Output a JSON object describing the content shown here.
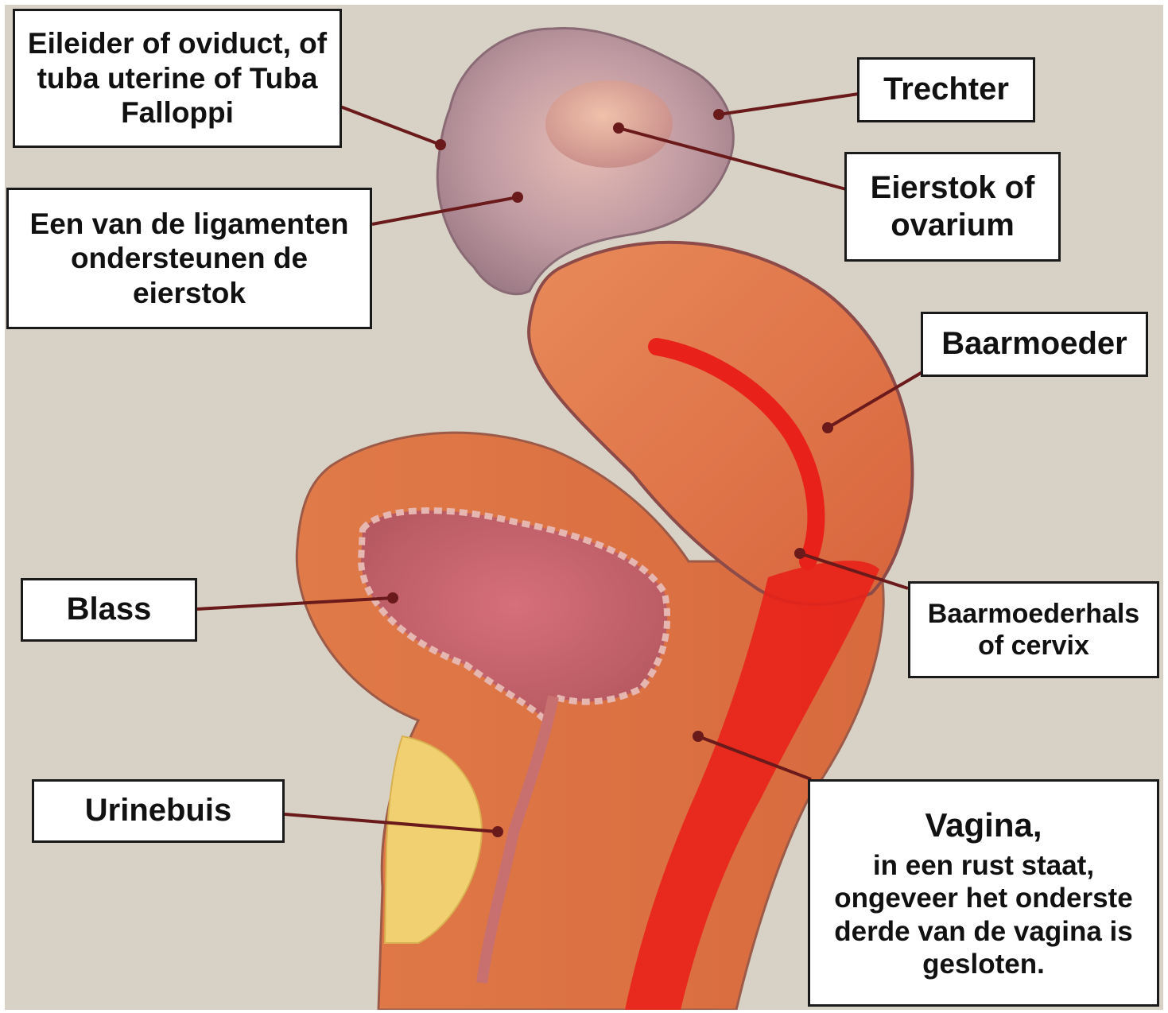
{
  "labels": {
    "oviduct": [
      "Eileider of oviduct, of",
      "tuba uterine of Tuba",
      "Falloppi"
    ],
    "ligament": [
      "Een van de ligamenten",
      "ondersteunen de",
      "eierstok"
    ],
    "trechter": "Trechter",
    "ovary": [
      "Eierstok of",
      "ovarium"
    ],
    "uterus": "Baarmoeder",
    "cervix": [
      "Baarmoederhals",
      "of cervix"
    ],
    "bladder": "Blass",
    "urethra": "Urinebuis",
    "vagina": {
      "title": "Vagina,",
      "lines": [
        "in een rust staat,",
        "ongeveer het onderste",
        "derde van de vagina is",
        "gesloten."
      ]
    }
  },
  "colors": {
    "background": "#d8d2c6",
    "leader": "#6a1a1a",
    "uterus_tissue": "#e0784a",
    "lumen": "#e8221a",
    "bladder_inner": "#c8646a",
    "tube": "#b9949c",
    "fat": "#f0d070"
  }
}
